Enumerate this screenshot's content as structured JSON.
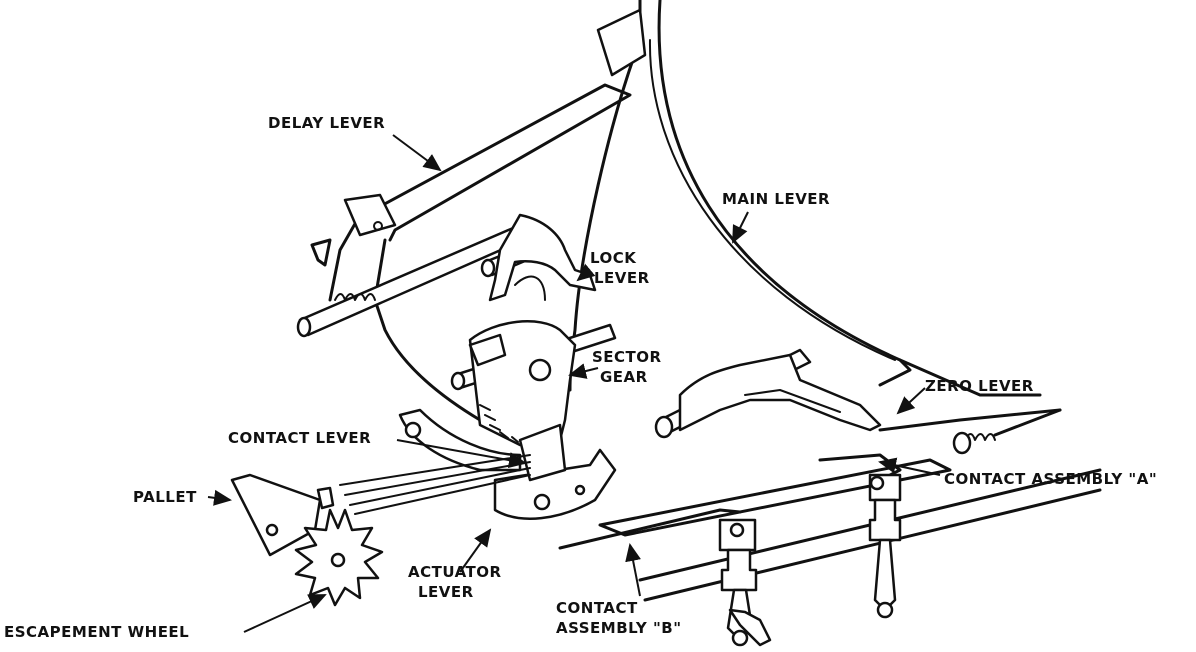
{
  "labels": {
    "delay_lever": "DELAY LEVER",
    "main_lever": "MAIN LEVER",
    "lock_lever_1": "LOCK",
    "lock_lever_2": "LEVER",
    "sector_gear_1": "SECTOR",
    "sector_gear_2": "GEAR",
    "zero_lever": "ZERO LEVER",
    "contact_lever": "CONTACT LEVER",
    "contact_assembly_a": "CONTACT  ASSEMBLY \"A\"",
    "pallet": "PALLET",
    "actuator_lever_1": "ACTUATOR",
    "actuator_lever_2": "LEVER",
    "contact_assembly_b_1": "CONTACT",
    "contact_assembly_b_2": "ASSEMBLY \"B\"",
    "escapement_wheel": "ESCAPEMENT  WHEEL"
  }
}
